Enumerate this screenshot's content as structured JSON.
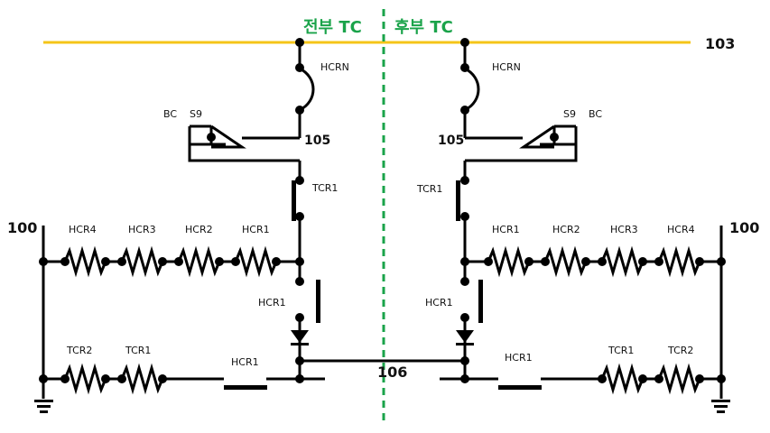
{
  "headers": {
    "front": "전부 TC",
    "rear": "후부 TC"
  },
  "nodes": {
    "n103": "103",
    "n105_left": "105",
    "n105_right": "105",
    "n106": "106",
    "n100_left": "100",
    "n100_right": "100"
  },
  "left": {
    "hcrn": "HCRN",
    "bc": "BC",
    "s9": "S9",
    "tcr1_contact": "TCR1",
    "r_hcr4": "HCR4",
    "r_hcr3": "HCR3",
    "r_hcr2": "HCR2",
    "r_hcr1": "HCR1",
    "hcr1_contact": "HCR1",
    "r_tcr2": "TCR2",
    "r_tcr1": "TCR1",
    "hcr1_bottom": "HCR1"
  },
  "right": {
    "hcrn": "HCRN",
    "s9": "S9",
    "bc": "BC",
    "tcr1_contact": "TCR1",
    "r_hcr1": "HCR1",
    "r_hcr2": "HCR2",
    "r_hcr3": "HCR3",
    "r_hcr4": "HCR4",
    "hcr1_contact": "HCR1",
    "hcr1_bottom": "HCR1",
    "r_tcr1": "TCR1",
    "r_tcr2": "TCR2"
  },
  "colors": {
    "bus_103": "#f5c518",
    "divider": "#1aa34a",
    "header": "#1aa34a",
    "wire": "#000000"
  }
}
